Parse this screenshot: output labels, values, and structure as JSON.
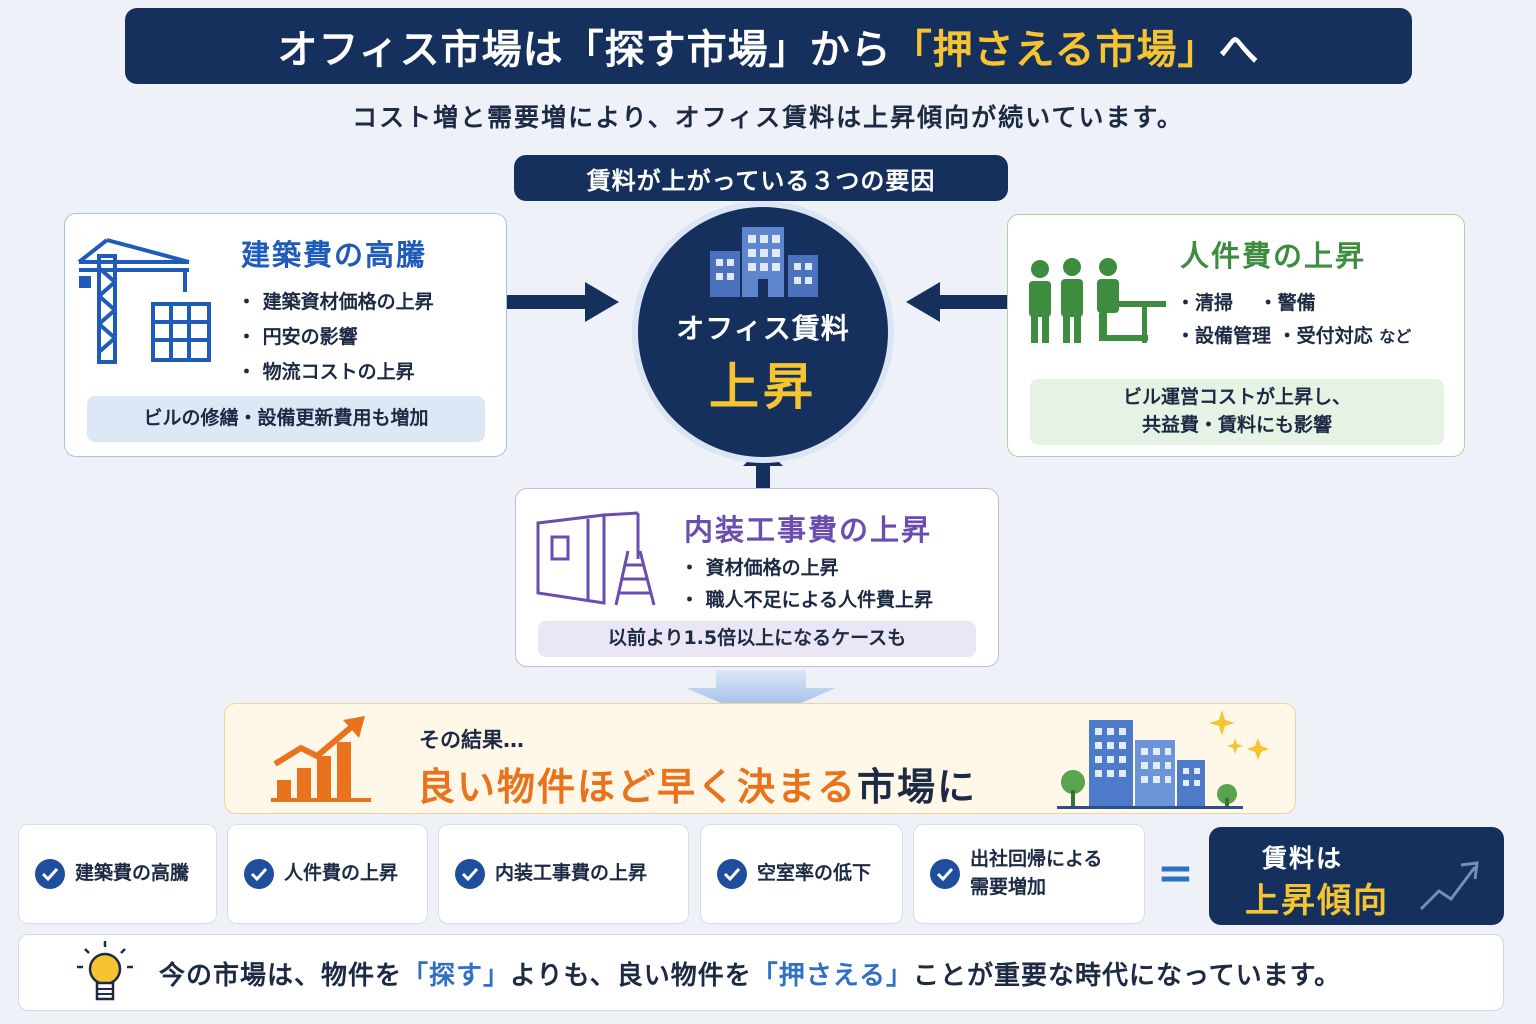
{
  "title": {
    "part1": "オフィス市場は「探す市場」から",
    "part2": "「押さえる市場」",
    "part3": "へ"
  },
  "subtitle": "コスト増と需要増により、オフィス賃料は上昇傾向が続いています。",
  "factors_label": "賃料が上がっている３つの要因",
  "center": {
    "line1": "オフィス賃料",
    "line2": "上昇"
  },
  "construction": {
    "title": "建築費の高騰",
    "bullets": [
      "・ 建築資材価格の上昇",
      "・ 円安の影響",
      "・ 物流コストの上昇"
    ],
    "note": "ビルの修繕・設備更新費用も増加"
  },
  "labor": {
    "title": "人件費の上昇",
    "row1": "・清掃　 ・警備",
    "row2": "・設備管理 ・受付対応",
    "row2_suffix": "など",
    "note_line1": "ビル運営コストが上昇し、",
    "note_line2": "共益費・賃料にも影響"
  },
  "interior": {
    "title": "内装工事費の上昇",
    "bullets": [
      "・ 資材価格の上昇",
      "・ 職人不足による人件費上昇"
    ],
    "note": "以前より1.5倍以上になるケースも"
  },
  "result": {
    "prefix": "その結果…",
    "main": "良い物件ほど早く決まる",
    "suffix": "市場に"
  },
  "factors": [
    {
      "label": "建築費の高騰"
    },
    {
      "label": "人件費の上昇"
    },
    {
      "label": "内装工事費の上昇"
    },
    {
      "label": "空室率の低下"
    },
    {
      "line1": "出社回帰による",
      "line2": "需要増加"
    }
  ],
  "equals": "=",
  "outcome": {
    "line1": "賃料は",
    "line2": "上昇傾向"
  },
  "bottom": {
    "t1": "今の市場は、物件を",
    "q1": "「探す」",
    "t2": "よりも、良い物件を",
    "q2": "「押さえる」",
    "t3": "ことが重要な時代になっています。"
  },
  "colors": {
    "navy": "#16305e",
    "gold": "#f5c430",
    "blue": "#1f5bb8",
    "green": "#3d8c3f",
    "purple": "#6b4db0",
    "orange": "#e9731c"
  },
  "icons": [
    "crane-icon",
    "building-frame-icon",
    "office-building-icon",
    "workers-icon",
    "partition-wall-icon",
    "ladder-icon",
    "growth-chart-icon",
    "cityscape-icon",
    "sparkle-icon",
    "check-icon",
    "trend-arrow-icon",
    "light-bulb-icon"
  ]
}
